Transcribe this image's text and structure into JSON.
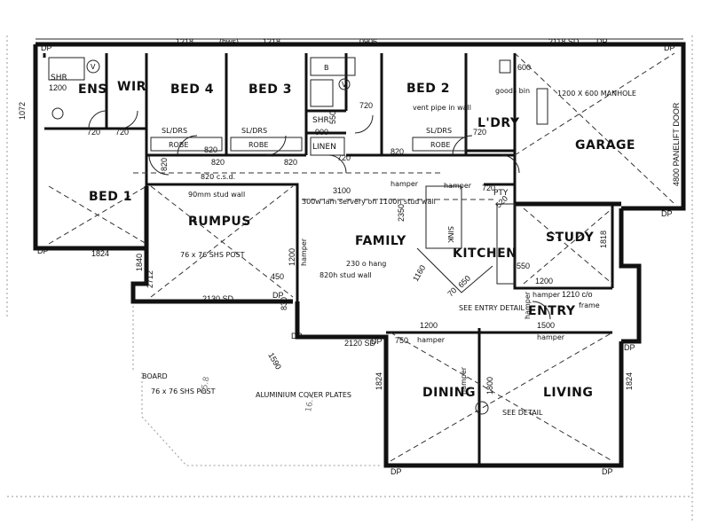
{
  "rooms": {
    "ens": "ENS",
    "wir": "WIR",
    "bed4": "BED 4",
    "bed3": "BED 3",
    "bed2": "BED 2",
    "ldry": "L'DRY",
    "garage": "GARAGE",
    "bed1": "BED 1",
    "rumpus": "RUMPUS",
    "family": "FAMILY",
    "kitchen": "KITCHEN",
    "study": "STUDY",
    "entry": "ENTRY",
    "dining": "DINING",
    "living": "LIVING",
    "linen": "LINEN",
    "shr_bath": "SHR",
    "shr_ens": "SHR",
    "pty": "PTY",
    "sink": "SINK",
    "wc_ens": "V",
    "wc_bath": "V"
  },
  "fixtures": {
    "robe_bed4": "ROBE",
    "robe_bed3": "ROBE",
    "robe_bed2": "ROBE",
    "sldrs_bed4": "SL/DRS",
    "sldrs_bed3": "SL/DRS",
    "sldrs_bed2": "SL/DRS",
    "bath_b": "B"
  },
  "top_dims": [
    "1218",
    "1218",
    "0906",
    "2118 SD"
  ],
  "top_badges": [
    "(hws)",
    "DP"
  ],
  "dims": {
    "d1200_ens": "1200",
    "d1072": "1072",
    "d720_ens": "720",
    "d720_wir": "720",
    "d720_bath": "720",
    "d720_bed2": "720",
    "d900": "900",
    "d550": "550",
    "d820_a": "820",
    "d820_b": "820",
    "d820_c": "820",
    "d820_d": "820",
    "d820_e": "820",
    "d720_linen": "720",
    "d600": "600",
    "d3100": "3100",
    "d2350": "2350",
    "d1824_left": "1824",
    "d1824_dining": "1824",
    "d1824_living": "1824",
    "d1200_rumpus": "1200",
    "d450": "450",
    "d2130": "2130 SD",
    "d2120": "2120 SD",
    "d1590": "1590",
    "d1160": "1160",
    "d720_kit": "720",
    "d70": "70",
    "d650": "650",
    "d550_kit": "550",
    "d1200_study": "1200",
    "d1818": "1818",
    "d1500": "1500",
    "d1200_entry": "1200",
    "d750": "750",
    "d1800": "1800",
    "d4800": "4800 PANELIFT DOOR",
    "d520": "520",
    "d1210": "1210 c/o",
    "d2712": "2712",
    "d1840": "1840",
    "d830": "830"
  },
  "notes": {
    "manhole": "1200 X 600 MANHOLE",
    "vent_pipe": "vent pipe in wall",
    "laminated": "300w lam servery on 1100h stud wall",
    "stud_90": "90mm stud wall",
    "csd": "820 c.s.d.",
    "post_a": "76 x 76 SHS POST",
    "post_b": "76 x 76 SHS POST",
    "hang": "230 o hang",
    "stud_820": "820h stud wall",
    "see_entry": "SEE ENTRY DETAIL",
    "see_detail": "SEE DETAIL",
    "alum": "ALUMINIUM COVER PLATES",
    "board": "BOARD",
    "frame": "frame",
    "hamper_fam": "hamper",
    "hamper_kit": "hamper",
    "hamper_entry1": "hamper",
    "hamper_entry2": "hamper",
    "hamper_dining": "hamper",
    "hamper_vert": "hamper",
    "hamper_rumpus": "hamper",
    "hamper_entry_v": "hamper",
    "goods_bin": "goods bin",
    "hand1": "35.8",
    "hand2": "16.7"
  },
  "downpipes": [
    "DP",
    "DP",
    "DP",
    "DP",
    "DP",
    "DP",
    "DP",
    "DP",
    "DP",
    "DP"
  ]
}
